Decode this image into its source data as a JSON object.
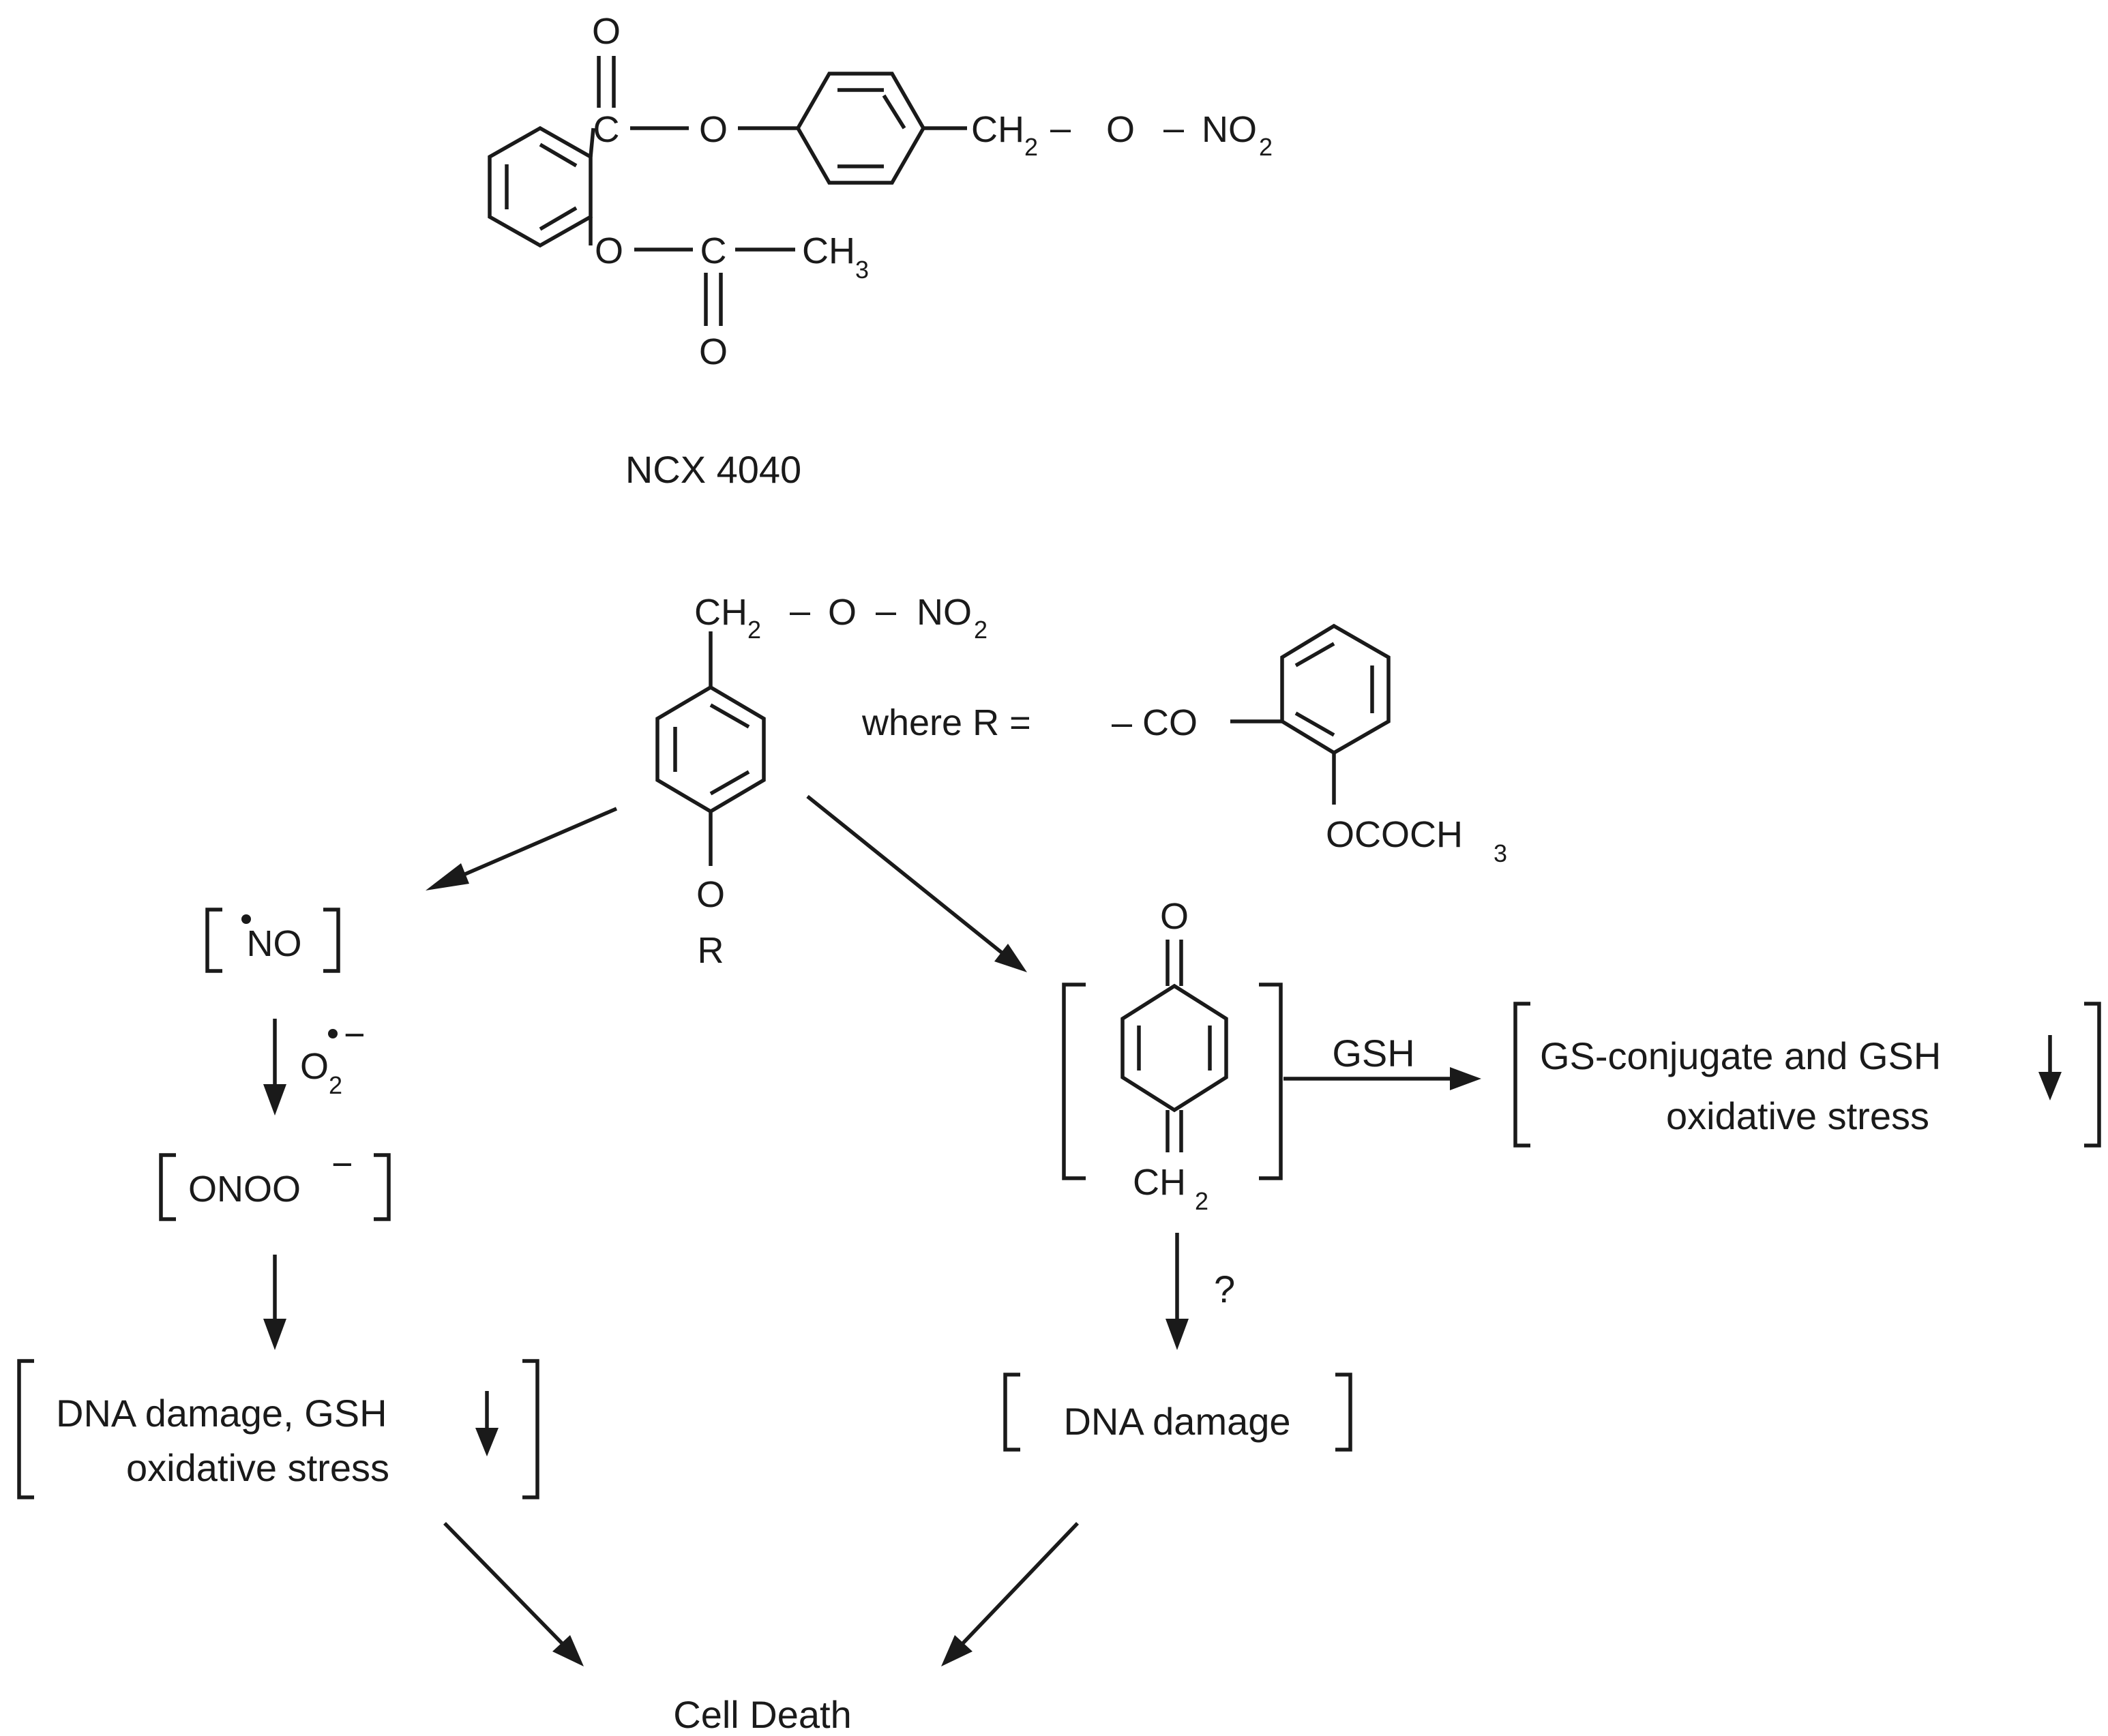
{
  "structure_labels": {
    "top": {
      "carbonyl_O": "O",
      "ester_C": "C",
      "ester_O": "O",
      "ch2": "CH",
      "ch2_sub": "2",
      "dash1": "–",
      "link_O": "O",
      "dash2": "–",
      "no2": "NO",
      "no2_sub": "2",
      "aryl_O": "O",
      "acyl_C": "C",
      "ch3": "CH",
      "ch3_sub": "3",
      "acyl_O": "O"
    },
    "middle": {
      "ch2": "CH",
      "ch2_sub": "2",
      "dash1": "–",
      "link_O": "O",
      "dash2": "–",
      "no2": "NO",
      "no2_sub": "2",
      "ring_O": "O",
      "r": "R"
    },
    "r_group": {
      "where": "where R =",
      "co": "– CO",
      "ococh3": "OCOCH",
      "ococh3_sub": "3"
    },
    "quinone": {
      "O": "O",
      "ch2": "CH",
      "ch2_sub": "2"
    }
  },
  "compound_name": "NCX 4040",
  "pathway": {
    "no_radical": "NO",
    "superoxide": "O",
    "superoxide_sub": "2",
    "superoxide_charge": "−",
    "peroxynitrite": "ONOO",
    "peroxynitrite_charge": "−",
    "left_outcome_line1": "DNA damage, GSH",
    "left_outcome_line2": "oxidative stress",
    "gsh_label": "GSH",
    "right_outcome_line1": "GS-conjugate and GSH",
    "right_outcome_line2": "oxidative stress",
    "question": "?",
    "dna_damage": "DNA damage",
    "cell_death": "Cell Death"
  }
}
